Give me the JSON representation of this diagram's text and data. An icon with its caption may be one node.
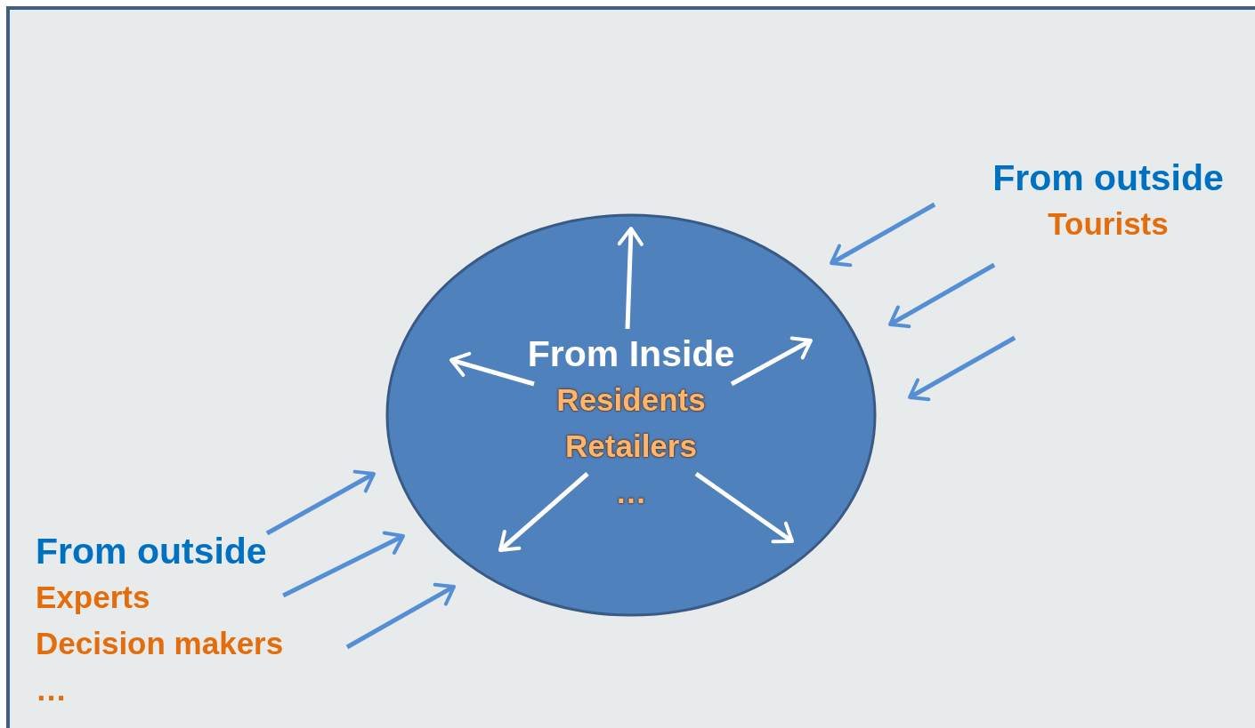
{
  "diagram": {
    "nodes": [
      {
        "text": [
          "From Inside",
          "Residents",
          "Retailers",
          "…"
        ]
      },
      {
        "text": [
          "From outside",
          "Tourists"
        ]
      },
      {
        "text": [
          "From outside",
          "Experts",
          "Decision makers",
          "…"
        ]
      }
    ],
    "edges": [
      {
        "from": null,
        "to": 0,
        "arrow": "to"
      },
      {
        "from": null,
        "to": 0,
        "arrow": "to"
      },
      {
        "from": null,
        "to": 0,
        "arrow": "to"
      },
      {
        "from": 2,
        "to": 0,
        "arrow": "to"
      },
      {
        "from": 2,
        "to": 0,
        "arrow": "to"
      },
      {
        "from": null,
        "to": 0,
        "arrow": "to"
      }
    ]
  }
}
